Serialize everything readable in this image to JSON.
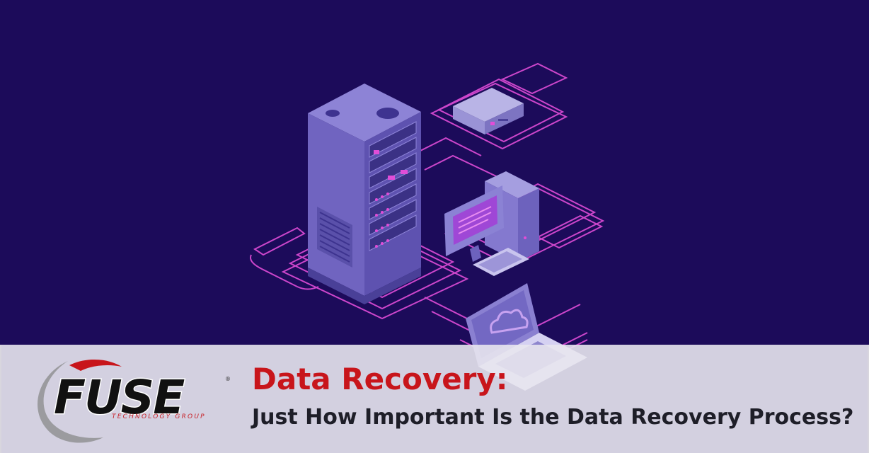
{
  "colors": {
    "background": "#1c0b5a",
    "accent_red": "#c8151b",
    "neon_pink": "#e14dd8",
    "server_purple": "#7a6fc7"
  },
  "logo": {
    "wordmark": "FUSE",
    "tagline": "TECHNOLOGY GROUP",
    "registered_mark": "®"
  },
  "headline": {
    "title": "Data Recovery:",
    "subtitle": "Just How Important Is the Data Recovery Process?"
  },
  "illustration": {
    "icons": [
      "server-tower-icon",
      "network-box-icon",
      "desktop-computer-icon",
      "laptop-icon",
      "cloud-icon"
    ]
  }
}
